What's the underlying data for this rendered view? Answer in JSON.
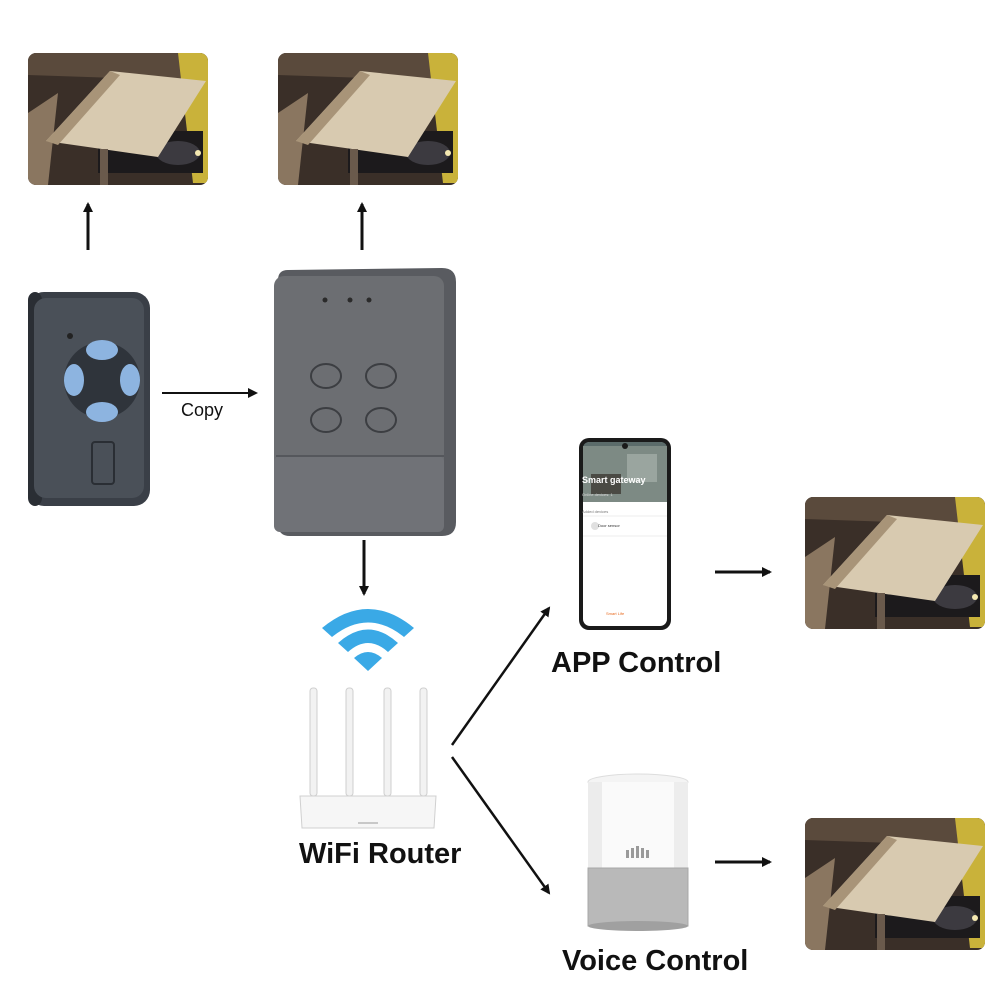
{
  "labels": {
    "copy": "Copy",
    "wifi_router": "WiFi Router",
    "app_control": "APP Control",
    "voice_control": "Voice Control"
  },
  "phone_screen": {
    "title": "Smart gateway",
    "subtitle": "Online devices: 1",
    "section": "Added devices",
    "device": "Door sensor",
    "brand": "Smart Life"
  },
  "colors": {
    "device_body": "#6c6e72",
    "remote_buttons": "#8db4e0",
    "wifi_signal": "#3aa9e6",
    "arrow": "#111111"
  },
  "icons": [
    "garage-door-photo",
    "remote-control",
    "gateway-box",
    "wifi-icon",
    "router",
    "smartphone",
    "smart-speaker"
  ]
}
